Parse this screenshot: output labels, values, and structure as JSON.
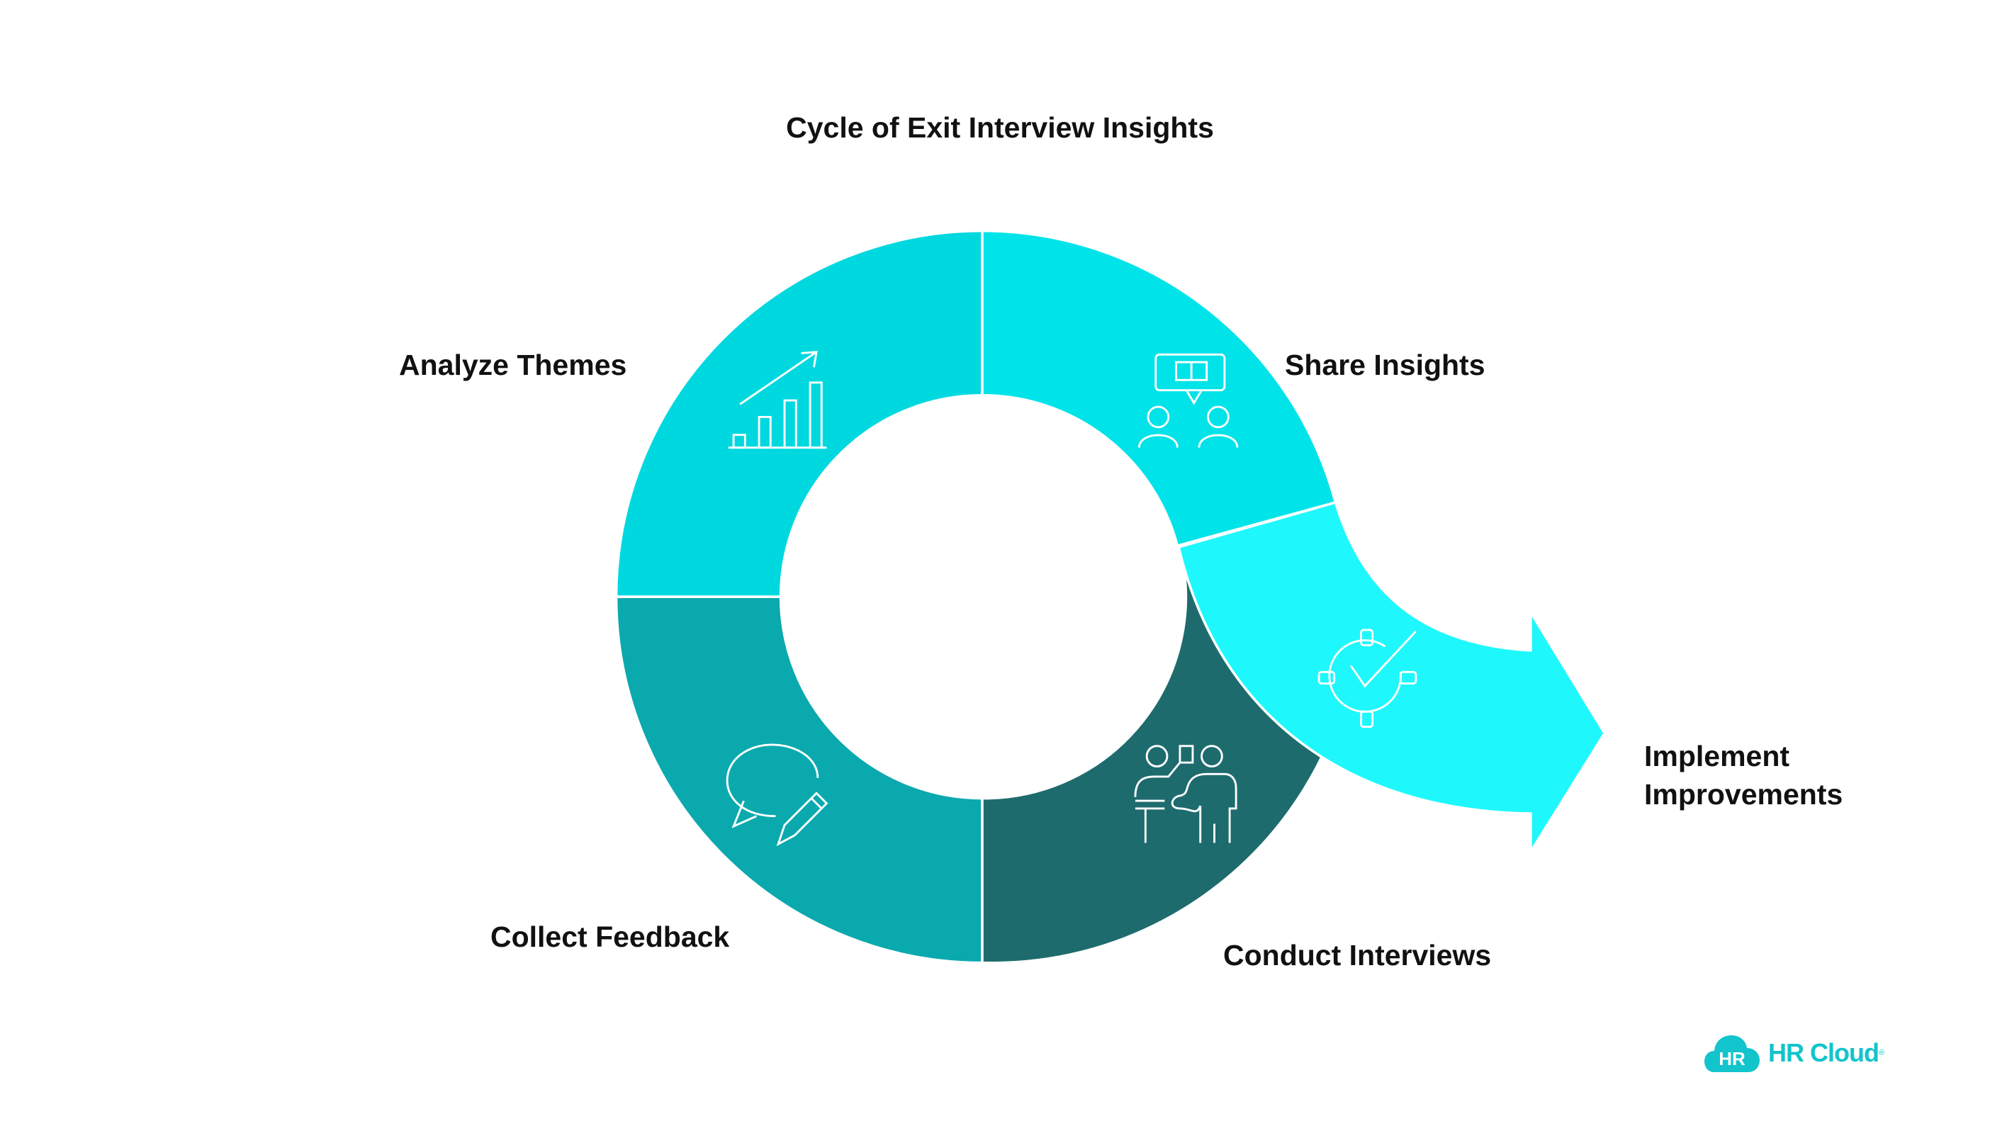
{
  "title": "Cycle of Exit Interview Insights",
  "steps": [
    {
      "label": "Analyze Themes",
      "icon": "bar-chart-trend-icon",
      "color": "#00d8e0"
    },
    {
      "label": "Share Insights",
      "icon": "people-presentation-icon",
      "color": "#00e3e8"
    },
    {
      "label": "Implement Improvements",
      "label_line1": "Implement",
      "label_line2": "Improvements",
      "icon": "gear-check-icon",
      "color": "#1ef8fc"
    },
    {
      "label": "Conduct Interviews",
      "icon": "interview-people-icon",
      "color": "#1e6b6e"
    },
    {
      "label": "Collect Feedback",
      "icon": "speech-bubble-pencil-icon",
      "color": "#0aa9ae"
    }
  ],
  "logo": {
    "badge": "HR",
    "text": "HR Cloud",
    "reg": "®",
    "color": "#12c4cc"
  }
}
